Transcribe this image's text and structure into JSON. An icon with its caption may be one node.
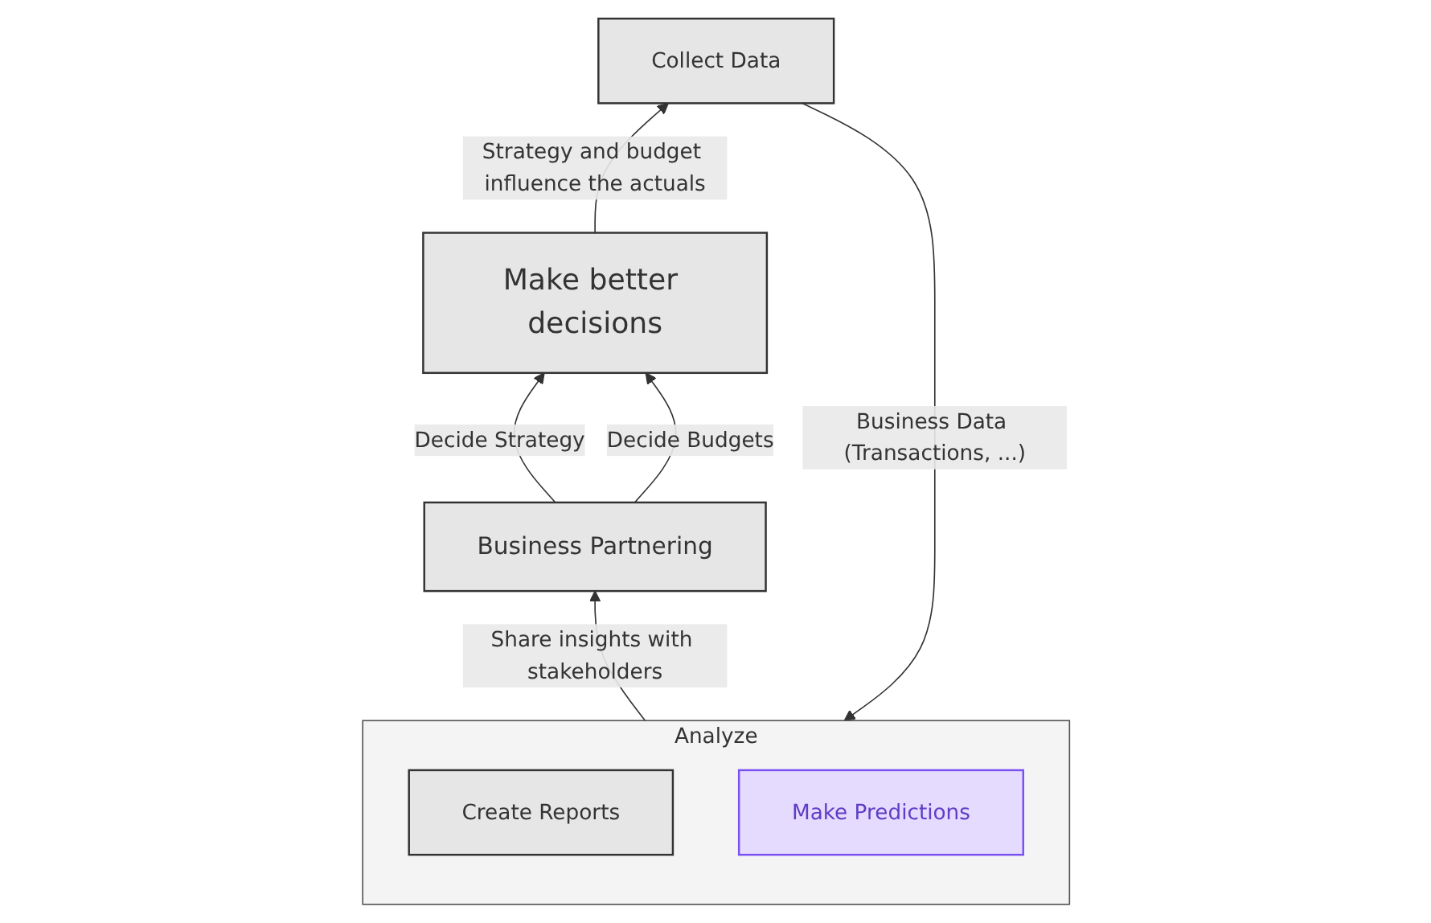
{
  "diagram": {
    "nodes": [
      {
        "text": [
          "Make better decisions"
        ]
      },
      {
        "text": [
          "Business Partnering"
        ]
      },
      {
        "text": [
          "Analyze"
        ]
      },
      {
        "text": [
          "Create Reports"
        ],
        "in": 2
      },
      {
        "text": [
          "Make Predictions"
        ],
        "in": 2
      },
      {
        "text": [
          "Collect Data"
        ]
      }
    ],
    "edges": [
      {
        "from": 1,
        "to": 0,
        "arrow": "to",
        "label": "Decide Strategy"
      },
      {
        "from": 1,
        "to": 0,
        "arrow": "to",
        "label": "Decide Budgets"
      },
      {
        "from": 2,
        "to": 1,
        "arrow": "to",
        "label": "Share insights with stakeholders"
      },
      {
        "from": 0,
        "to": 5,
        "arrow": "to",
        "label": "Strategy and budget influence the actuals"
      },
      {
        "from": 5,
        "to": 2,
        "arrow": "to",
        "label": "Business Data (Transactions, ...)"
      }
    ]
  }
}
